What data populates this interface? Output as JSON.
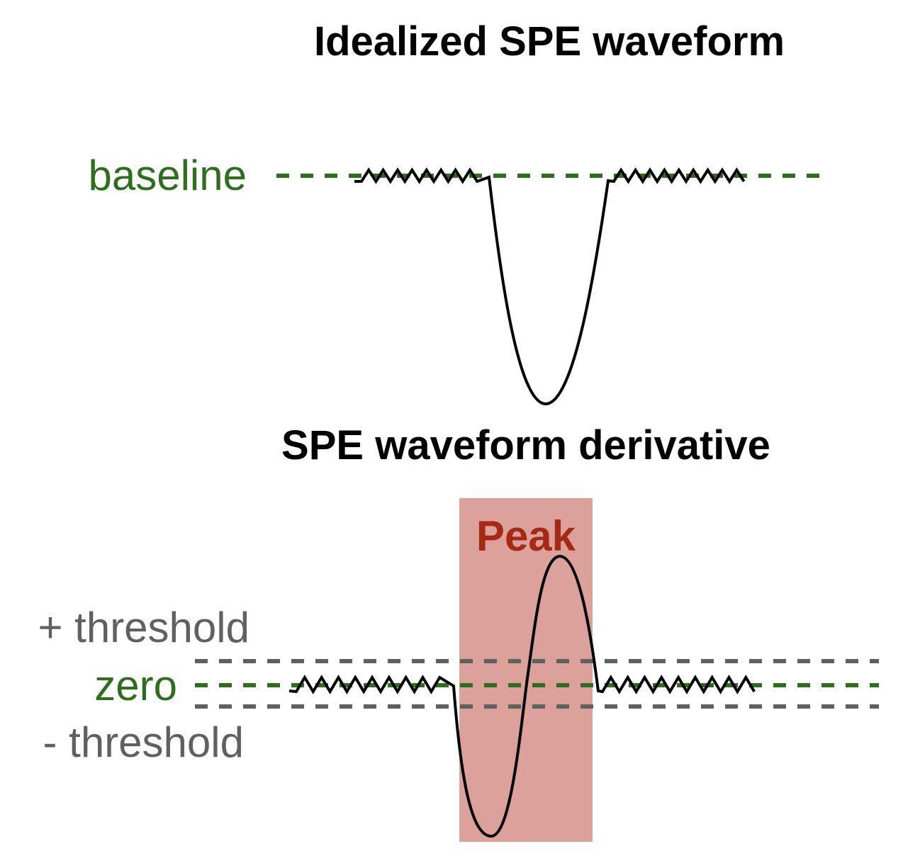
{
  "titles": {
    "top": "Idealized SPE waveform",
    "bottom": "SPE waveform derivative"
  },
  "labels": {
    "baseline": "baseline",
    "plus_threshold": "+ threshold",
    "zero": "zero",
    "minus_threshold": "- threshold",
    "peak": "Peak"
  },
  "colors": {
    "title": "#000000",
    "baseline_green": "#2e6e1e",
    "threshold_gray": "#606060",
    "peak_region": "#c86e64",
    "peak_text": "#a52a16",
    "waveform": "#000000"
  }
}
